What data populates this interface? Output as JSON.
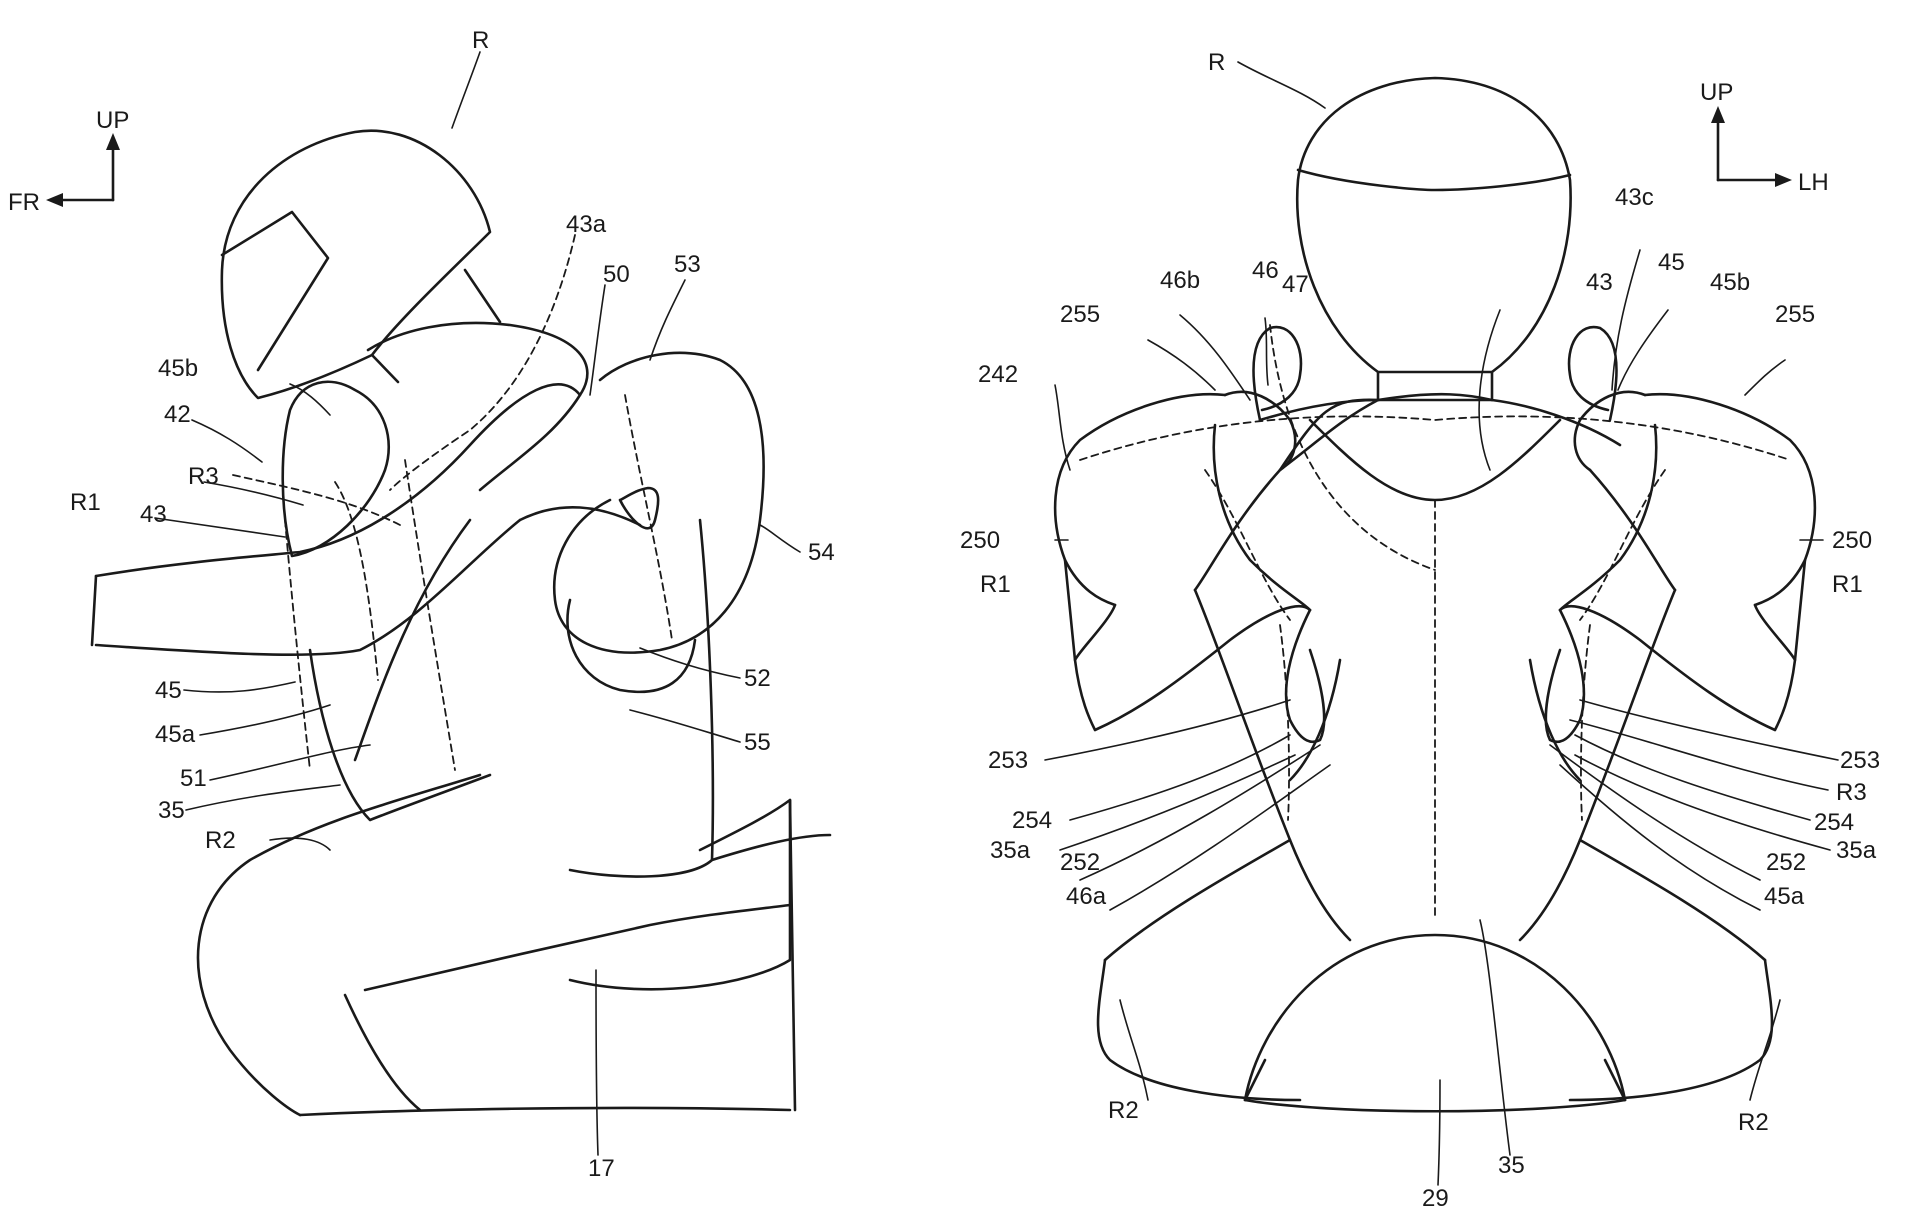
{
  "left_view": {
    "orientation": {
      "up": "UP",
      "front": "FR"
    },
    "labels": {
      "R": "R",
      "43a": "43a",
      "50": "50",
      "53": "53",
      "45b": "45b",
      "42": "42",
      "R3": "R3",
      "R1": "R1",
      "43": "43",
      "54": "54",
      "52": "52",
      "55": "55",
      "45": "45",
      "45a": "45a",
      "51": "51",
      "35": "35",
      "R2": "R2",
      "17": "17"
    }
  },
  "right_view": {
    "orientation": {
      "up": "UP",
      "left_hand": "LH"
    },
    "labels": {
      "R": "R",
      "43c": "43c",
      "46b": "46b",
      "46": "46",
      "47": "47",
      "43": "43",
      "45": "45",
      "45b": "45b",
      "255_l": "255",
      "255_r": "255",
      "242": "242",
      "250_l": "250",
      "250_r": "250",
      "R1_l": "R1",
      "R1_r": "R1",
      "253_l": "253",
      "253_r": "253",
      "R3": "R3",
      "254_l": "254",
      "254_r": "254",
      "35a_l": "35a",
      "35a_r": "35a",
      "252_l": "252",
      "252_r": "252",
      "46a": "46a",
      "45a": "45a",
      "R2_l": "R2",
      "R2_r": "R2",
      "29": "29",
      "35": "35"
    }
  }
}
